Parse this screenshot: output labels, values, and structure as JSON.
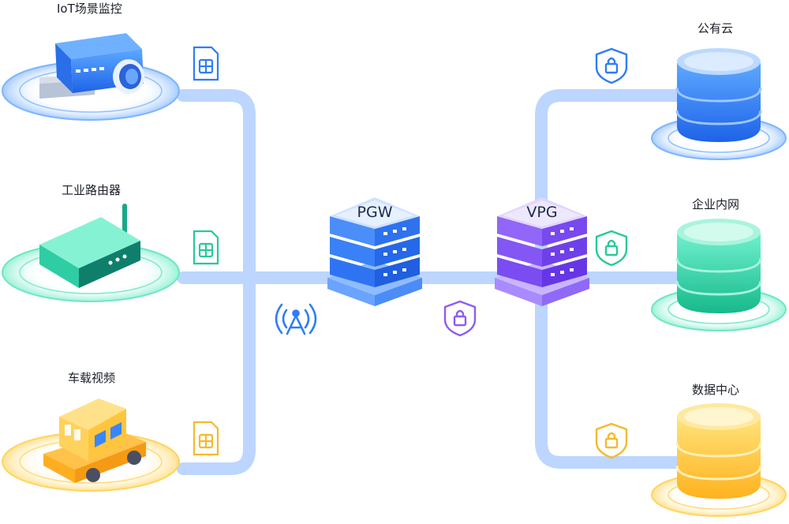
{
  "devices": {
    "iot": {
      "label": "IoT场景监控",
      "icon": "camera-icon"
    },
    "router": {
      "label": "工业路由器",
      "icon": "router-icon"
    },
    "vehicle": {
      "label": "车载视频",
      "icon": "car-icon"
    }
  },
  "gateways": {
    "pgw": {
      "label": "PGW"
    },
    "vpg": {
      "label": "VPG"
    }
  },
  "destinations": {
    "public_cloud": {
      "label": "公有云",
      "icon": "database-icon"
    },
    "enterprise_intranet": {
      "label": "企业内网",
      "icon": "database-icon"
    },
    "data_center": {
      "label": "数据中心",
      "icon": "database-icon"
    }
  },
  "colors": {
    "link": "#bcd6ff",
    "blue": "#2e7df6",
    "purple": "#8b5cf6",
    "green": "#2ad6a6",
    "yellow": "#ffc93c",
    "sim_blue": "#2e7df6",
    "sim_green": "#28c99a",
    "sim_yellow": "#f6b92c"
  }
}
